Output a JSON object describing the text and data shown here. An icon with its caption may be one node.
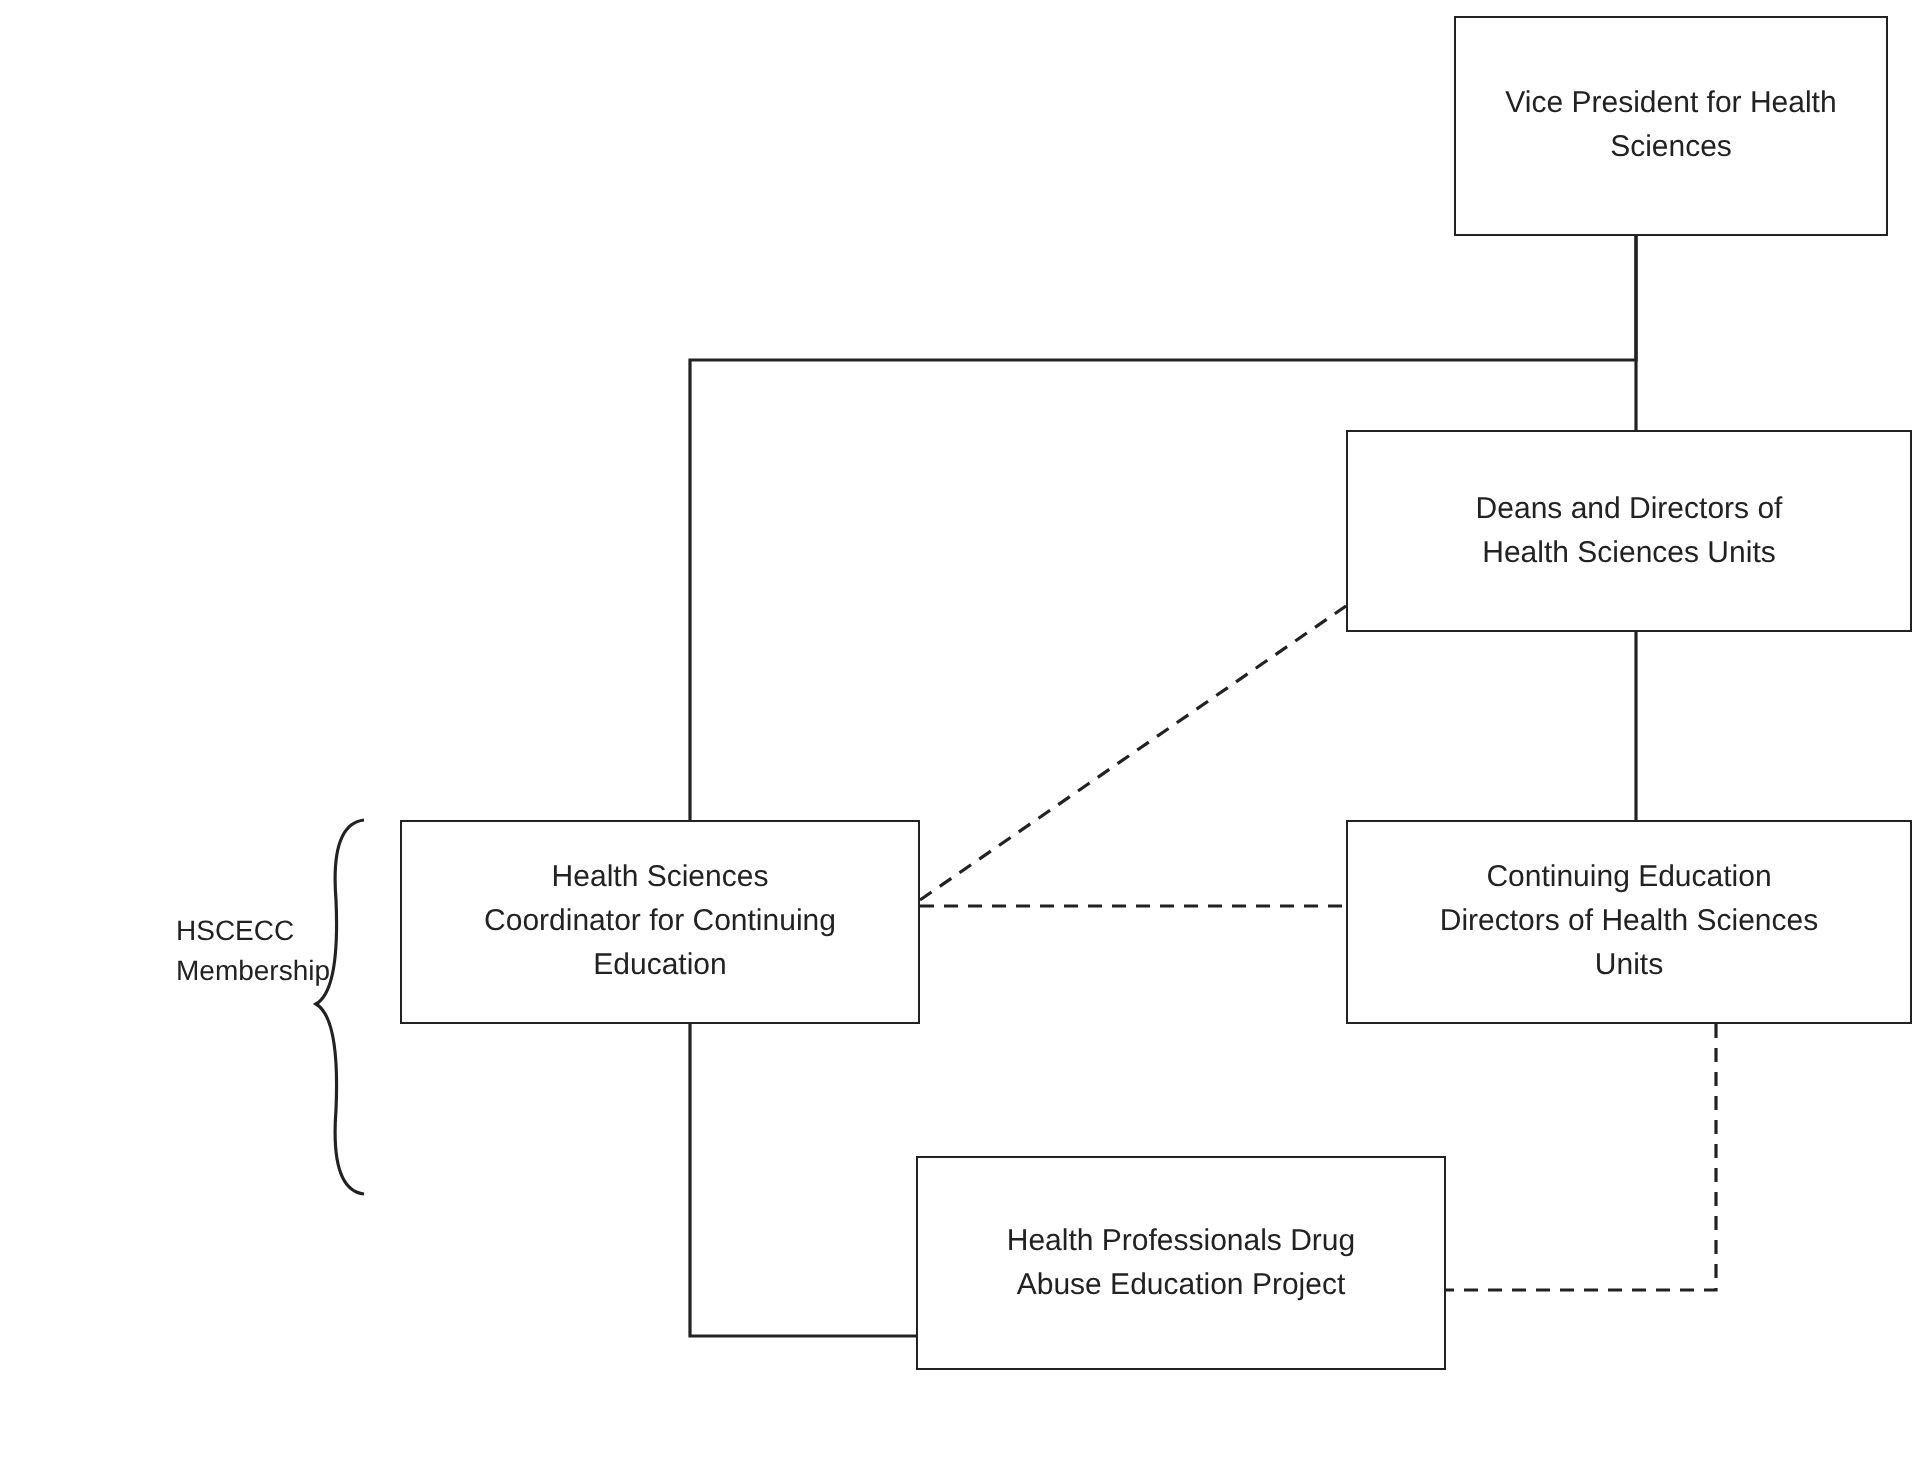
{
  "diagram": {
    "nodes": [
      {
        "text": [
          "Vice President for Health Sciences"
        ]
      },
      {
        "text": [
          "Deans and Directors of Health Sciences Units"
        ]
      },
      {
        "text": [
          "Health Sciences Coordinator for Continuing Education"
        ]
      },
      {
        "text": [
          "Continuing Education Directors of Health Sciences Units"
        ]
      },
      {
        "text": [
          "Health Professionals Drug Abuse Education Project"
        ]
      }
    ],
    "edges": [
      {
        "from": 0,
        "to": 1,
        "arrow": "none"
      },
      {
        "from": 0,
        "to": 2,
        "arrow": "none"
      },
      {
        "from": 1,
        "to": 3,
        "arrow": "none"
      },
      {
        "from": 2,
        "to": 1,
        "arrow": "none",
        "style": "dashed"
      },
      {
        "from": 2,
        "to": 3,
        "arrow": "none",
        "style": "dashed"
      },
      {
        "from": 2,
        "to": 4,
        "arrow": "none"
      },
      {
        "from": 3,
        "to": 4,
        "arrow": "none",
        "style": "dashed"
      }
    ],
    "labels": [
      "HSCECC Membership"
    ]
  }
}
